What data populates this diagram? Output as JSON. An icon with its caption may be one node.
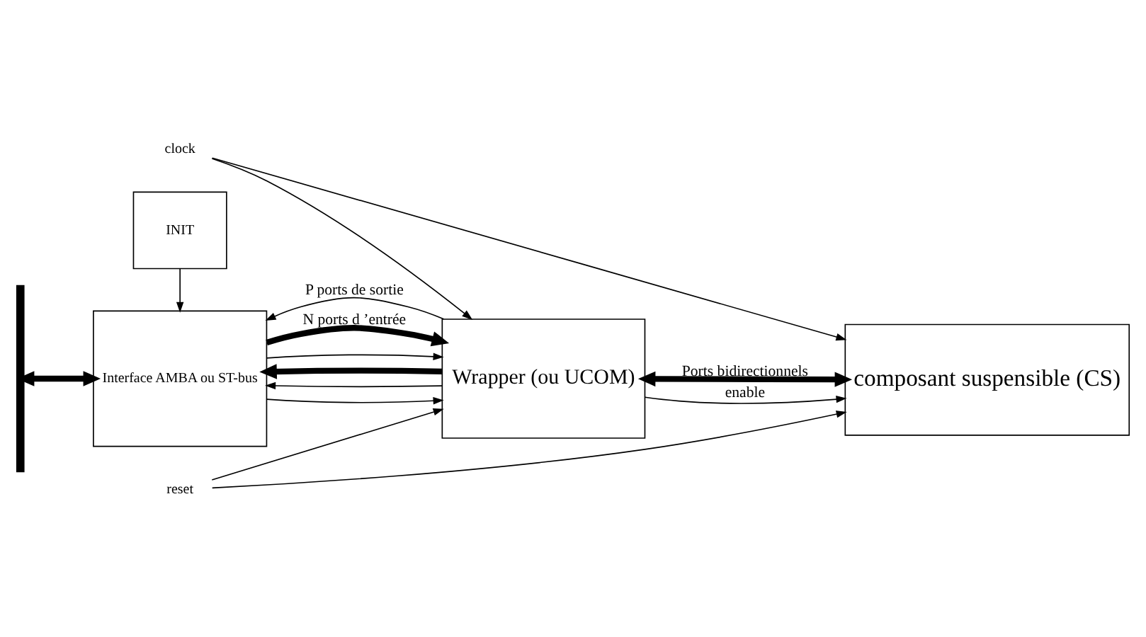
{
  "diagram": {
    "nodes": [
      {
        "text": [
          "INIT"
        ]
      },
      {
        "text": [
          "Interface AMBA ou ST-bus"
        ]
      },
      {
        "text": [
          "Wrapper (ou UCOM)"
        ]
      },
      {
        "text": [
          "composant suspensible (CS)"
        ]
      },
      {
        "text": [
          "clock"
        ]
      },
      {
        "text": [
          "reset"
        ]
      },
      {
        "text": [],
        "shape": "bar"
      }
    ],
    "edges": [
      {
        "from": 0,
        "to": 1,
        "arrow": "to"
      },
      {
        "from": 6,
        "to": 1,
        "arrow": "both",
        "style": "thick"
      },
      {
        "from": 1,
        "to": 2,
        "arrow": "to",
        "style": "thick",
        "label": "N ports d ’entrée"
      },
      {
        "from": 1,
        "to": 2,
        "arrow": "to"
      },
      {
        "from": 2,
        "to": 1,
        "arrow": "to"
      },
      {
        "from": 2,
        "to": 1,
        "arrow": "to",
        "style": "thick"
      },
      {
        "from": 1,
        "to": 2,
        "arrow": "to"
      },
      {
        "from": 2,
        "to": 1,
        "arrow": "to",
        "label": "P ports de sortie"
      },
      {
        "from": 2,
        "to": 3,
        "arrow": "both",
        "style": "thick",
        "label": "Ports bidirectionnels"
      },
      {
        "from": 2,
        "to": 3,
        "arrow": "to",
        "label": "enable"
      },
      {
        "from": 4,
        "to": 2,
        "arrow": "to"
      },
      {
        "from": 4,
        "to": 3,
        "arrow": "to"
      },
      {
        "from": 5,
        "to": 2,
        "arrow": "to"
      },
      {
        "from": 5,
        "to": 3,
        "arrow": "to"
      }
    ]
  }
}
